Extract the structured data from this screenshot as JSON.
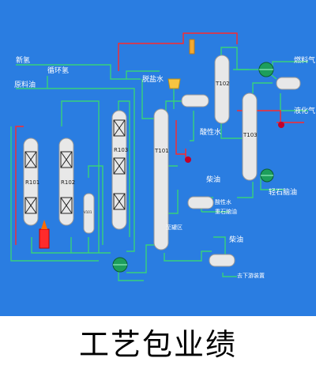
{
  "colors": {
    "bg": "#2a7de1",
    "pipe": "#37d27a",
    "hot": "#ff2a2a",
    "vessel": "#e8e8e8"
  },
  "labels": {
    "h2_feed": "新氢",
    "recycle_h2": "循环氢",
    "raw_oil": "原料油",
    "desalted_water": "脱盐水",
    "sour_water_1": "酸性水",
    "sour_water_2": "酸性水",
    "fuel_gas": "燃料气",
    "lpg": "液化气",
    "naphtha": "轻石脑油",
    "heavy": "重石脑油",
    "diesel": "柴油",
    "to_storage": "至罐区",
    "to_unit": "去下游装置"
  },
  "vessels": {
    "r101": "R101",
    "r102": "R102",
    "r103": "R103",
    "t101": "T101",
    "t102": "T102",
    "t103": "T103",
    "v101": "V101"
  },
  "caption": "工艺包业绩"
}
